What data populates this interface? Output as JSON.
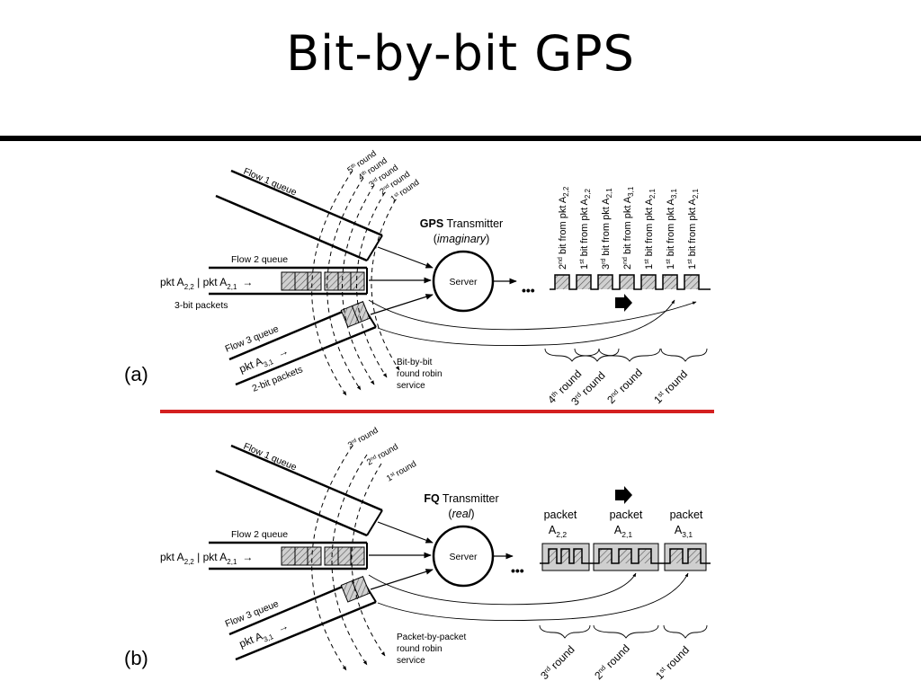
{
  "title": "Bit-by-bit GPS",
  "top": {
    "panel_label": "(a)",
    "flow1_queue": "Flow 1 queue",
    "flow2_queue": "Flow 2 queue",
    "flow3_queue": "Flow 3 queue",
    "flow2_pkts": {
      "a22_base": "pkt A",
      "a22_sub": "2,2",
      "sep": " | ",
      "a21_base": "pkt A",
      "a21_sub": "2,1",
      "arrow": "→"
    },
    "flow2_note": "3-bit packets",
    "flow3_pkt": {
      "base": "pkt A",
      "sub": "3,1",
      "arrow": "→"
    },
    "flow3_note": "2-bit packets",
    "rounds": [
      {
        "num": "5",
        "sup": "th",
        "word": "round"
      },
      {
        "num": "4",
        "sup": "th",
        "word": "round"
      },
      {
        "num": "3",
        "sup": "rd",
        "word": "round"
      },
      {
        "num": "2",
        "sup": "nd",
        "word": "round"
      },
      {
        "num": "1",
        "sup": "st",
        "word": "round"
      }
    ],
    "transmitter": {
      "bold": "GPS",
      "rest": " Transmitter",
      "paren_open": "(",
      "note": "imaginary",
      "paren_close": ")"
    },
    "server": "Server",
    "dots": "•••",
    "service_note": [
      "Bit-by-bit",
      "round robin",
      "service"
    ],
    "bit_labels": [
      {
        "num": "2",
        "sup": "nd",
        "text": " bit from pkt A",
        "sub": "2,2"
      },
      {
        "num": "1",
        "sup": "st",
        "text": " bit from pkt A",
        "sub": "2,2"
      },
      {
        "num": "3",
        "sup": "rd",
        "text": " bit from pkt A",
        "sub": "2,1"
      },
      {
        "num": "2",
        "sup": "nd",
        "text": " bit from pkt A",
        "sub": "3,1"
      },
      {
        "num": "1",
        "sup": "st",
        "text": " bit from pkt A",
        "sub": "2,1"
      },
      {
        "num": "1",
        "sup": "st",
        "text": " bit from pkt A",
        "sub": "3,1"
      },
      {
        "num": "1",
        "sup": "st",
        "text": " bit from pkt A",
        "sub": "2,1"
      }
    ],
    "round_labels": [
      {
        "num": "4",
        "sup": "th",
        "word": " round"
      },
      {
        "num": "3",
        "sup": "rd",
        "word": " round"
      },
      {
        "num": "2",
        "sup": "nd",
        "word": " round"
      },
      {
        "num": "1",
        "sup": "st",
        "word": " round"
      }
    ]
  },
  "bottom": {
    "panel_label": "(b)",
    "flow1_queue": "Flow 1 queue",
    "flow2_queue": "Flow 2 queue",
    "flow3_queue": "Flow 3 queue",
    "flow2_pkts": {
      "a22_base": "pkt A",
      "a22_sub": "2,2",
      "sep": " | ",
      "a21_base": "pkt A",
      "a21_sub": "2,1",
      "arrow": "→"
    },
    "flow3_pkt": {
      "base": "pkt A",
      "sub": "3,1",
      "arrow": "→"
    },
    "rounds": [
      {
        "num": "3",
        "sup": "rd",
        "word": "round"
      },
      {
        "num": "2",
        "sup": "nd",
        "word": "round"
      },
      {
        "num": "1",
        "sup": "st",
        "word": "round"
      }
    ],
    "transmitter": {
      "bold": "FQ",
      "rest": " Transmitter",
      "paren_open": "(",
      "note": "real",
      "paren_close": ")"
    },
    "server": "Server",
    "dots": "•••",
    "service_note": [
      "Packet-by-packet",
      "round robin",
      "service"
    ],
    "packet_labels": [
      {
        "word": "packet",
        "base": "A",
        "sub": "2,2"
      },
      {
        "word": "packet",
        "base": "A",
        "sub": "2,1"
      },
      {
        "word": "packet",
        "base": "A",
        "sub": "3,1"
      }
    ],
    "round_labels": [
      {
        "num": "3",
        "sup": "rd",
        "word": " round"
      },
      {
        "num": "2",
        "sup": "nd",
        "word": " round"
      },
      {
        "num": "1",
        "sup": "st",
        "word": " round"
      }
    ]
  },
  "colors": {
    "title_rule": "#000000",
    "divider": "#d42020",
    "packet_fill": "#cfcfcf"
  }
}
